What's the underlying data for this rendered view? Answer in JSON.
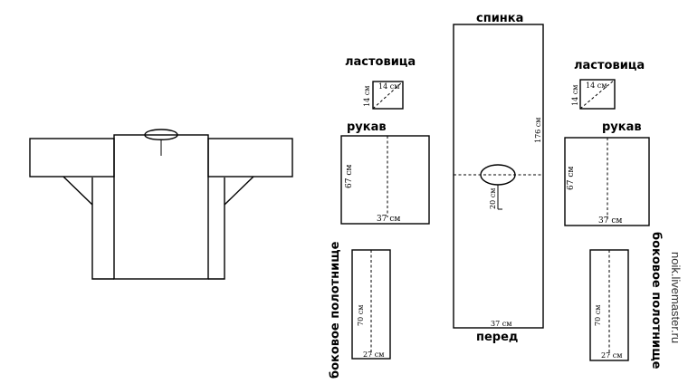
{
  "labels": {
    "back": "спинка",
    "front": "перед",
    "gusset_left": "ластовица",
    "gusset_right": "ластовица",
    "sleeve_left": "рукав",
    "sleeve_right": "рукав",
    "side_left": "боковое полотнище",
    "side_right": "боковое полотнище",
    "watermark": "noik.livemaster.ru"
  },
  "dimensions": {
    "gusset_left_w": "14 см",
    "gusset_left_h": "14 см",
    "gusset_right_w": "14 см",
    "gusset_right_h": "14 см",
    "sleeve_left_h": "67 см",
    "sleeve_left_w": "37 см",
    "sleeve_right_h": "67 см",
    "sleeve_right_w": "37 см",
    "body_h": "176 см",
    "body_w": "37 см",
    "slit": "20 см",
    "side_left_h": "70 см",
    "side_left_w": "27 см",
    "side_right_h": "70 см",
    "side_right_w": "27 см"
  }
}
